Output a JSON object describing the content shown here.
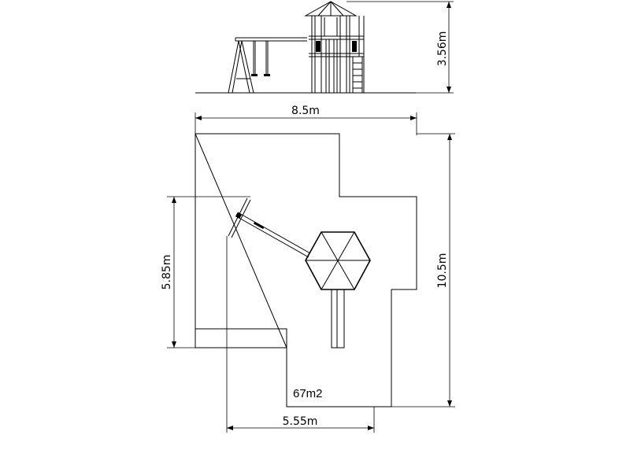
{
  "dimensions": {
    "height": "3.56m",
    "width": "8.5m",
    "length": "10.5m",
    "inner_height": "5.85m",
    "inner_width": "5.55m"
  },
  "area_label": "67m2"
}
